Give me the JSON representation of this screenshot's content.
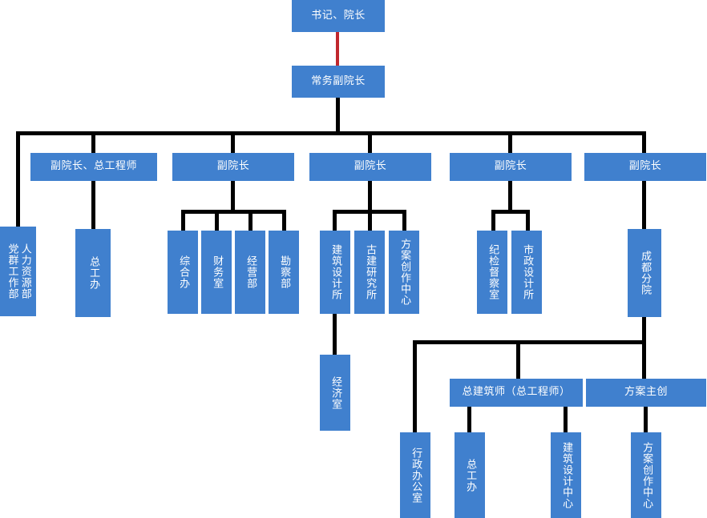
{
  "meta": {
    "title": "组织架构图",
    "colors": {
      "box": "#4080ce",
      "text": "#ffffff",
      "connector": "#000000",
      "connector_accent": "#c0272d",
      "background": "#ffffff"
    }
  },
  "chart_data": {
    "type": "diagram",
    "orientation": "top-down",
    "levels": [
      {
        "level": 0,
        "nodes": [
          "书记、院长"
        ]
      },
      {
        "level": 1,
        "nodes": [
          "常务副院长"
        ]
      },
      {
        "level": 2,
        "nodes": [
          "副院长、总工程师",
          "副院长",
          "副院长",
          "副院长",
          "副院长"
        ]
      },
      {
        "level": 3,
        "nodes": [
          "人力资源部 / 党群工作部",
          "总工办",
          "综合办",
          "财务室",
          "经营部",
          "勘察部",
          "建筑设计所",
          "古建研究所",
          "方案创作中心",
          "纪检督察室",
          "市政设计所",
          "成都分院"
        ]
      },
      {
        "level": 4,
        "nodes": [
          "经济室",
          "总建筑师（总工程师）",
          "方案主创"
        ]
      },
      {
        "level": 5,
        "nodes": [
          "行政办公室",
          "总　工　办",
          "建筑设计中心",
          "方案创作中心"
        ]
      }
    ]
  },
  "nodes": {
    "secretary_president": "书记、院长",
    "executive_vice_president": "常务副院长",
    "vp_chief_engineer": "副院长、总工程师",
    "vp_1": "副院长",
    "vp_2": "副院长",
    "vp_3": "副院长",
    "vp_4": "副院长",
    "hr_dept": "人力资源部",
    "party_work_dept": "党群工作部",
    "chief_engineer_office": "总工办",
    "general_office": "综合办",
    "finance_office": "财务室",
    "operations_dept": "经营部",
    "survey_dept": "勘察部",
    "architecture_design_institute": "建筑设计所",
    "ancient_architecture_institute": "古建研究所",
    "scheme_creation_center": "方案创作中心",
    "discipline_inspection_office": "纪检督察室",
    "municipal_design_institute": "市政设计所",
    "chengdu_branch": "成都分院",
    "economics_office": "经济室",
    "chief_architect": "总建筑师（总工程师）",
    "scheme_lead": "方案主创",
    "administrative_office": "行政办公室",
    "branch_chief_engineer_office": "总工办",
    "branch_architecture_design_center": "建筑设计中心",
    "branch_scheme_creation_center": "方案创作中心"
  }
}
